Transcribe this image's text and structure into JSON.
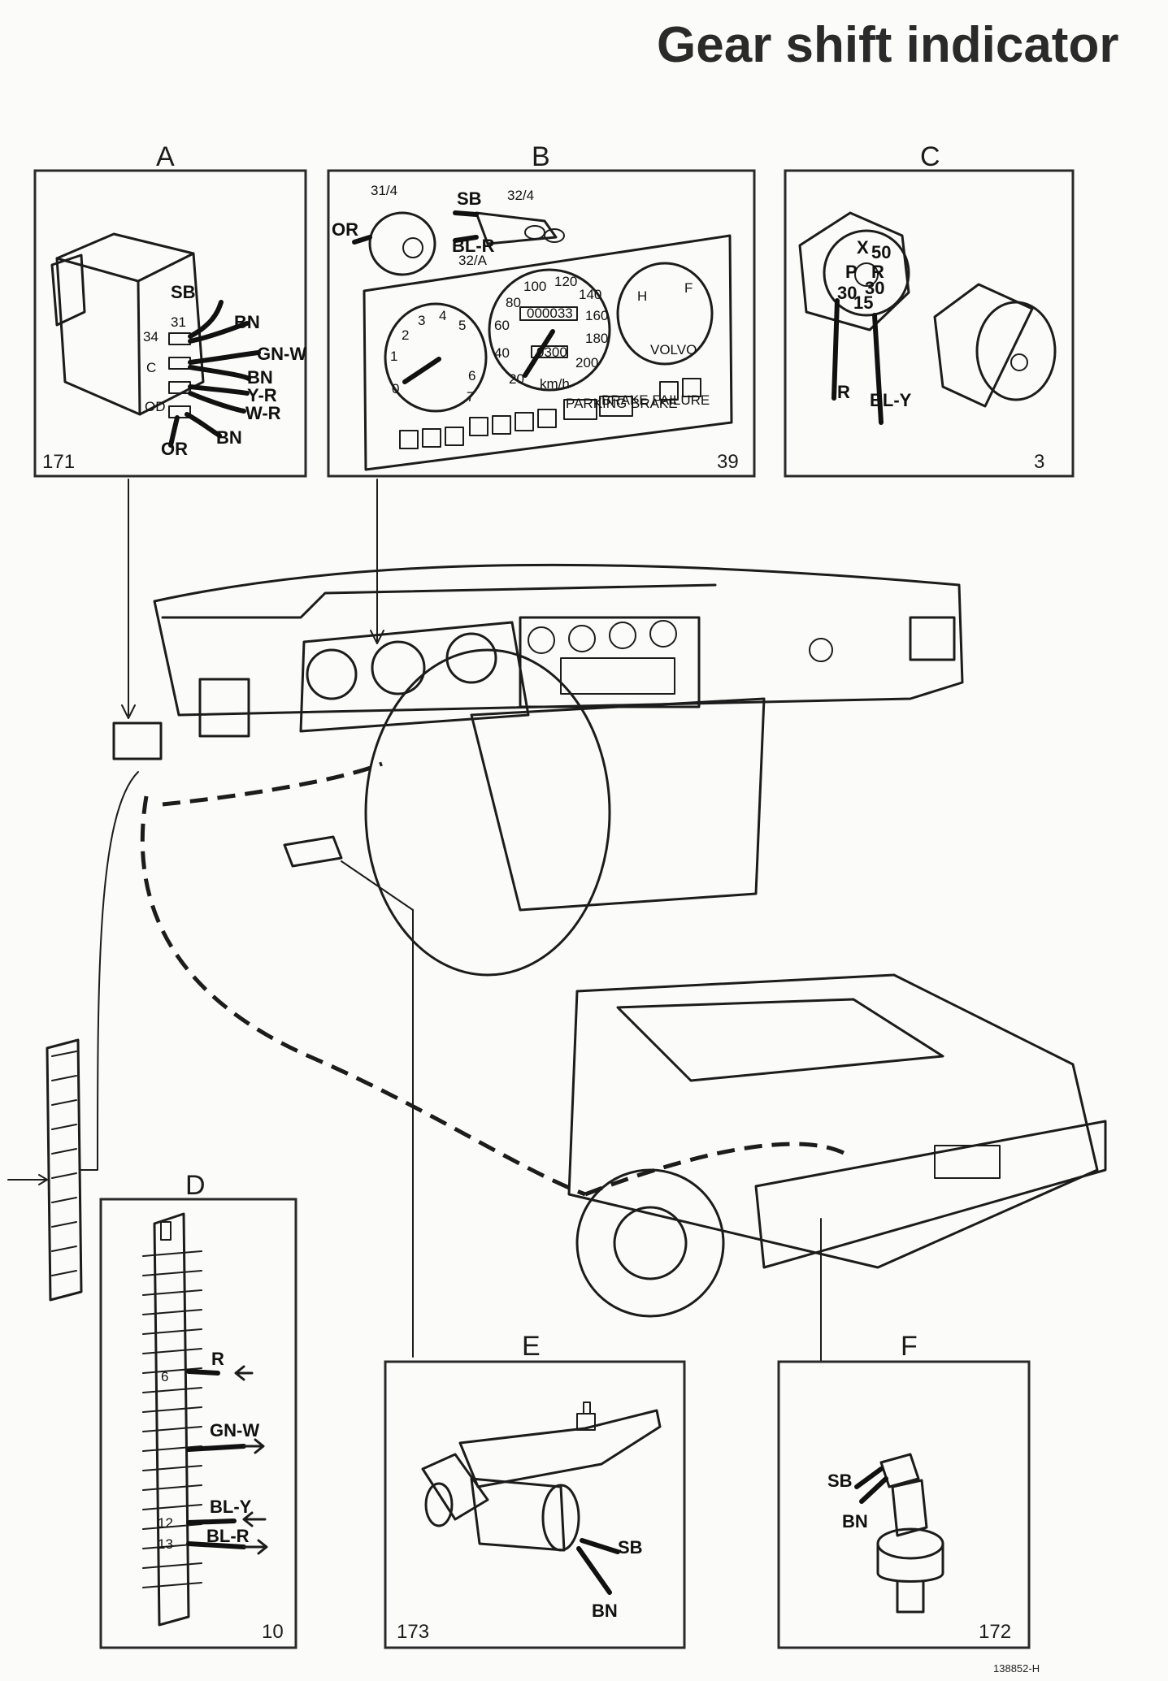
{
  "title": "Gear shift indicator",
  "footer_code": "138852-H",
  "panels": {
    "A": {
      "letter": "A",
      "code": "171",
      "wires": [
        "SB",
        "BN",
        "GN-W",
        "BN",
        "Y-R",
        "W-R",
        "BN",
        "OR"
      ],
      "pins": [
        "31",
        "34",
        "C",
        "OD"
      ]
    },
    "B": {
      "letter": "B",
      "code": "39",
      "connectors": [
        "31/4",
        "32/4",
        "32/A"
      ],
      "wires": [
        "OR",
        "SB",
        "BL-R"
      ],
      "gauge_labels": [
        "km/h",
        "VOLVO",
        "H",
        "F"
      ],
      "odometer": "000033",
      "trip": "0300",
      "speed_ticks": [
        "20",
        "40",
        "60",
        "80",
        "100",
        "120",
        "140",
        "160",
        "180",
        "200"
      ],
      "rpm_ticks": [
        "0",
        "1",
        "2",
        "3",
        "4",
        "5",
        "6",
        "7"
      ],
      "warning_labels": [
        "PARKING BRAKE",
        "BRAKE FAILURE"
      ]
    },
    "C": {
      "letter": "C",
      "code": "3",
      "wires": [
        "R",
        "BL-Y"
      ],
      "positions": [
        "50",
        "X",
        "P",
        "R",
        "30",
        "30",
        "15"
      ]
    },
    "D": {
      "letter": "D",
      "code": "10",
      "wires": [
        "R",
        "GN-W",
        "BL-Y",
        "BL-R"
      ],
      "terminals": [
        "6",
        "12",
        "13"
      ]
    },
    "E": {
      "letter": "E",
      "code": "173",
      "wires": [
        "SB",
        "BN"
      ]
    },
    "F": {
      "letter": "F",
      "code": "172",
      "wires": [
        "SB",
        "BN"
      ]
    }
  },
  "colors": {
    "ink": "#1c1c1c",
    "paper": "#fbfbf9"
  }
}
